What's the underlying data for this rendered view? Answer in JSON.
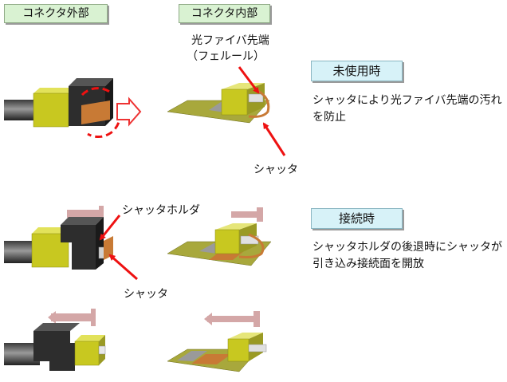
{
  "headings": {
    "outer": "コネクタ外部",
    "inner": "コネクタ内部"
  },
  "labels": {
    "fiber_tip": "光ファイバ先端",
    "ferrule": "（フェルール）",
    "shutter_top": "シャッタ",
    "shutter_holder": "シャッタホルダ",
    "shutter_mid": "シャッタ"
  },
  "states": {
    "unused": {
      "title": "未使用時",
      "description": "シャッタにより光ファイバ先端の汚れを防止"
    },
    "connected": {
      "title": "接続時",
      "description": "シャッタホルダの後退時にシャッタが引き込み接続面を開放"
    }
  },
  "colors": {
    "connector_body": "#c8c820",
    "holder": "#2d2d2d",
    "shutter": "#c87a35",
    "board": "#a8a83c",
    "arrow_red": "#ee1111",
    "retract_arrow": "#d4a7a7"
  }
}
